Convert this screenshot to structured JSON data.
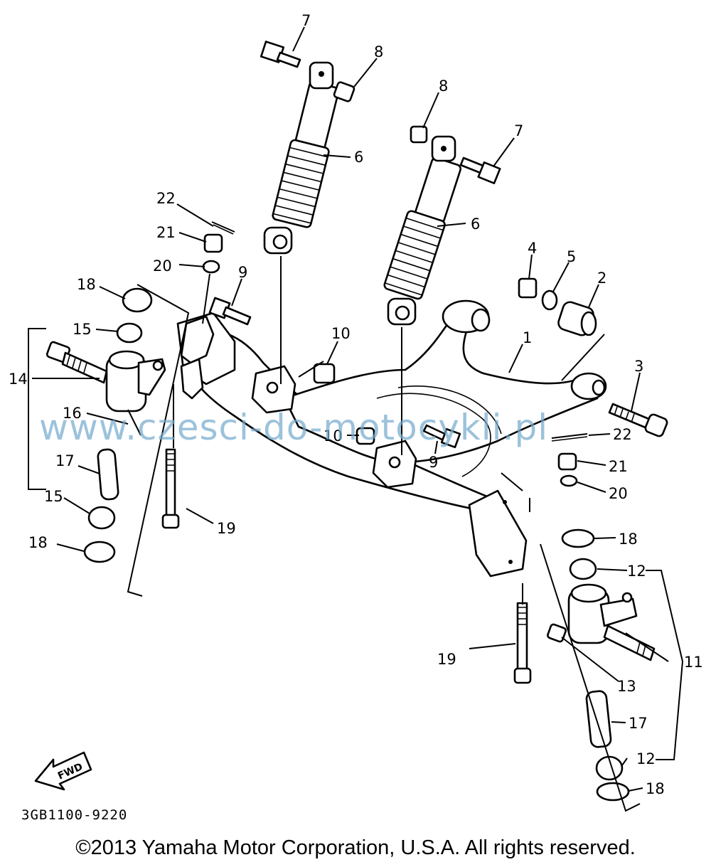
{
  "parts": [
    {
      "id": "p1",
      "label": "1"
    },
    {
      "id": "p2",
      "label": "2"
    },
    {
      "id": "p3",
      "label": "3"
    },
    {
      "id": "p4",
      "label": "4"
    },
    {
      "id": "p5",
      "label": "5"
    },
    {
      "id": "p6",
      "label": "6"
    },
    {
      "id": "p7",
      "label": "7"
    },
    {
      "id": "p8",
      "label": "8"
    },
    {
      "id": "p9",
      "label": "9"
    },
    {
      "id": "p10",
      "label": "10"
    },
    {
      "id": "p11",
      "label": "11"
    },
    {
      "id": "p12",
      "label": "12"
    },
    {
      "id": "p13",
      "label": "13"
    },
    {
      "id": "p14",
      "label": "14"
    },
    {
      "id": "p15",
      "label": "15"
    },
    {
      "id": "p16",
      "label": "16"
    },
    {
      "id": "p17",
      "label": "17"
    },
    {
      "id": "p18",
      "label": "18"
    },
    {
      "id": "p19",
      "label": "19"
    },
    {
      "id": "p20",
      "label": "20"
    },
    {
      "id": "p21",
      "label": "21"
    },
    {
      "id": "p22",
      "label": "22"
    }
  ],
  "fwd_label": "FWD",
  "diagram_code": "3GB1100-9220",
  "watermark": "www.czesci-do-motocykli.pl",
  "copyright": "©2013 Yamaha Motor Corporation, U.S.A. All rights reserved."
}
